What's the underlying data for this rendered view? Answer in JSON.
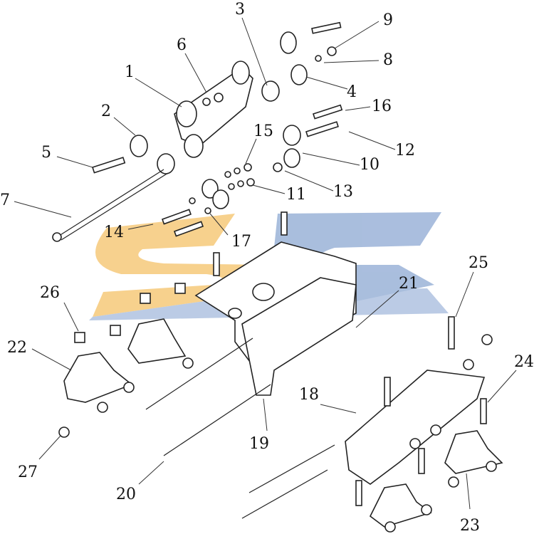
{
  "diagram": {
    "title": "",
    "watermark": {
      "text": "SC",
      "colors": {
        "orange": "#f6c97a",
        "blue": "#9bb3d8"
      }
    },
    "callouts": [
      "1",
      "2",
      "3",
      "4",
      "5",
      "6",
      "7",
      "8",
      "9",
      "10",
      "11",
      "12",
      "13",
      "14",
      "15",
      "16",
      "17",
      "18",
      "19",
      "20",
      "21",
      "22",
      "23",
      "24",
      "25",
      "26",
      "27"
    ]
  }
}
